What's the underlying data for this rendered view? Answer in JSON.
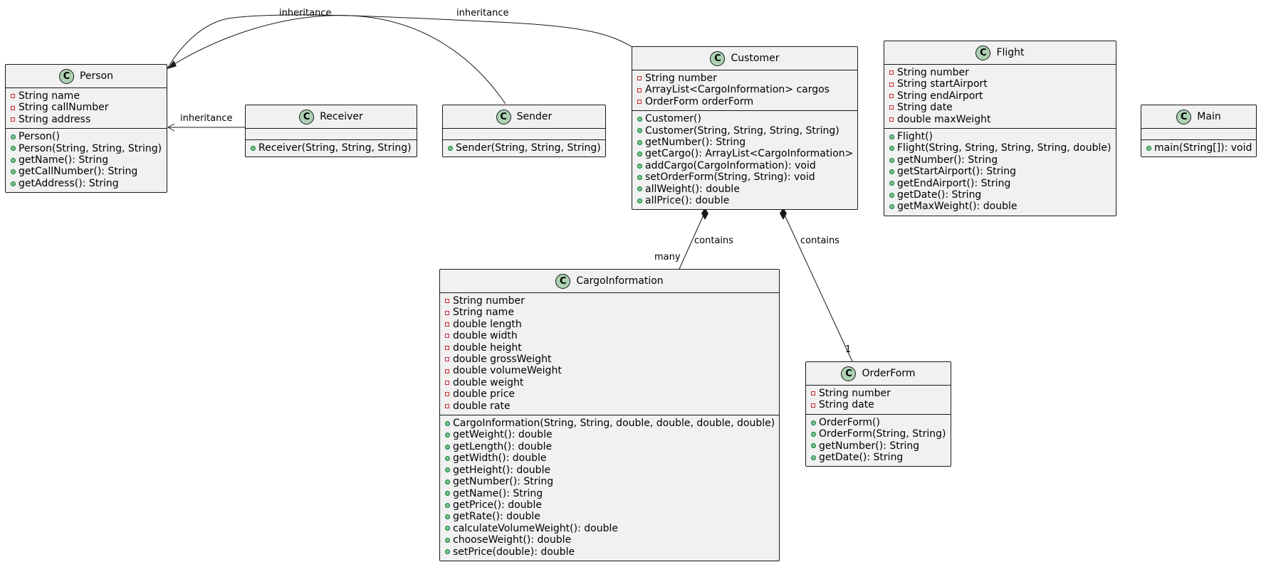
{
  "classes": [
    {
      "id": "person",
      "name": "Person",
      "badge": "C",
      "fields": [
        "String name",
        "String callNumber",
        "String address"
      ],
      "methods": [
        "Person()",
        "Person(String, String, String)",
        "getName(): String",
        "getCallNumber(): String",
        "getAddress(): String"
      ]
    },
    {
      "id": "receiver",
      "name": "Receiver",
      "badge": "C",
      "fields": [],
      "methods": [
        "Receiver(String, String, String)"
      ]
    },
    {
      "id": "sender",
      "name": "Sender",
      "badge": "C",
      "fields": [],
      "methods": [
        "Sender(String, String, String)"
      ]
    },
    {
      "id": "customer",
      "name": "Customer",
      "badge": "C",
      "fields": [
        "String number",
        "ArrayList<CargoInformation> cargos",
        "OrderForm orderForm"
      ],
      "methods": [
        "Customer()",
        "Customer(String, String, String, String)",
        "getNumber(): String",
        "getCargo(): ArrayList<CargoInformation>",
        "addCargo(CargoInformation): void",
        "setOrderForm(String, String): void",
        "allWeight(): double",
        "allPrice(): double"
      ]
    },
    {
      "id": "flight",
      "name": "Flight",
      "badge": "C",
      "fields": [
        "String number",
        "String startAirport",
        "String endAirport",
        "String date",
        "double maxWeight"
      ],
      "methods": [
        "Flight()",
        "Flight(String, String, String, String, double)",
        "getNumber(): String",
        "getStartAirport(): String",
        "getEndAirport(): String",
        "getDate(): String",
        "getMaxWeight(): double"
      ]
    },
    {
      "id": "main",
      "name": "Main",
      "badge": "C",
      "fields": [],
      "methods": [
        "main(String[]): void"
      ]
    },
    {
      "id": "cargo",
      "name": "CargoInformation",
      "badge": "C",
      "fields": [
        "String number",
        "String name",
        "double length",
        "double width",
        "double height",
        "double grossWeight",
        "double volumeWeight",
        "double weight",
        "double price",
        "double rate"
      ],
      "methods": [
        "CargoInformation(String, String, double, double, double, double)",
        "getWeight(): double",
        "getLength(): double",
        "getWidth(): double",
        "getHeight(): double",
        "getNumber(): String",
        "getName(): String",
        "getPrice(): double",
        "getRate(): double",
        "calculateVolumeWeight(): double",
        "chooseWeight(): double",
        "setPrice(double): double"
      ]
    },
    {
      "id": "orderform",
      "name": "OrderForm",
      "badge": "C",
      "fields": [
        "String number",
        "String date"
      ],
      "methods": [
        "OrderForm()",
        "OrderForm(String, String)",
        "getNumber(): String",
        "getDate(): String"
      ]
    }
  ],
  "relations": {
    "sender_person": "inheritance",
    "customer_person": "inheritance",
    "receiver_person": "inheritance",
    "customer_cargo": "contains",
    "customer_cargo_multiplicity": "many",
    "customer_orderform": "contains",
    "customer_orderform_multiplicity": "1"
  }
}
